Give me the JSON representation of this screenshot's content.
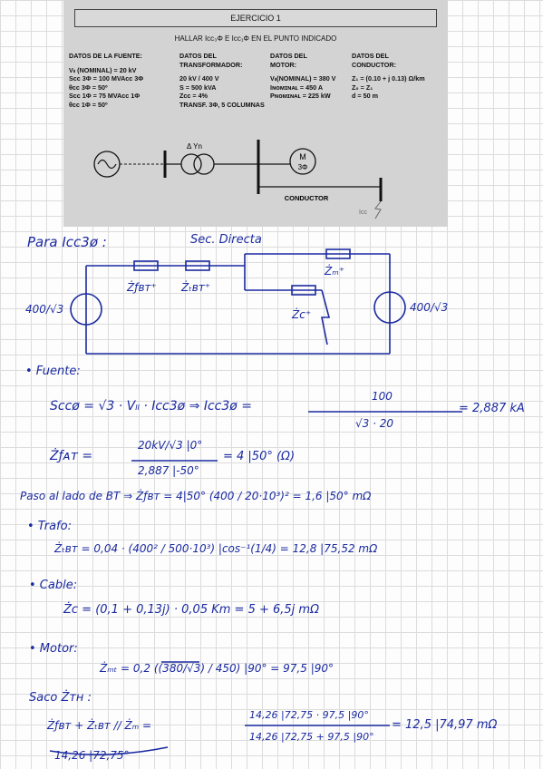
{
  "exercise": {
    "title": "EJERCICIO 1",
    "subtitle": "HALLAR Iᴄᴄ₃Φ E Iᴄᴄ₁Φ EN EL PUNTO INDICADO",
    "source": {
      "header": "DATOS DE LA FUENTE:",
      "lines": [
        "Vₗₗ (NOMINAL) = 20 kV",
        "Sᴄᴄ 3Φ = 100 MVAᴄᴄ 3Φ",
        "θᴄᴄ 3Φ = 50º",
        "Sᴄᴄ 1Φ = 75 MVAᴄᴄ 1Φ",
        "θᴄᴄ 1Φ = 50º"
      ]
    },
    "transformer": {
      "header1": "DATOS DEL",
      "header2": "TRANSFORMADOR:",
      "lines": [
        "20 kV / 400 V",
        "S = 500 kVA",
        "Zᴄᴄ = 4%",
        "TRANSF. 3Φ, 5 COLUMNAS"
      ]
    },
    "motor": {
      "header1": "DATOS DEL",
      "header2": "MOTOR:",
      "lines": [
        "Vₗₗ(NOMINAL) = 380 V",
        "Iɴᴏᴍɪɴᴀʟ = 450 A",
        "Pɴᴏᴍɪɴᴀʟ = 225 kW"
      ]
    },
    "conductor": {
      "header1": "DATOS DEL",
      "header2": "CONDUCTOR:",
      "lines": [
        "Z₁ = (0.10 + j 0.13) Ω/km",
        "Z₀ = Z₁",
        "d = 50 m"
      ]
    },
    "diagram": {
      "delta_yn": "Δ  Yn",
      "motor_m": "M",
      "motor_3phi": "3Φ",
      "conductor_label": "CONDUCTOR",
      "icc_label": "Iᴄᴄ"
    }
  },
  "notes": {
    "heading": "Para Icc3ø :",
    "sec_directa": "Sec. Directa",
    "lbl_zfbt": "Żƒʙᴛ⁺",
    "lbl_ztbt": "Żₜʙᴛ⁺",
    "lbl_zm": "Żₘ⁺",
    "lbl_zc": "Żᴄ⁺",
    "src_left": "400/√3",
    "src_right": "400/√3",
    "l_fuente": "• Fuente:",
    "l_eq1": "Sᴄᴄø = √3 · Vₗₗ · Icc3ø  ⇒  Icc3ø =",
    "l_eq1_num": "100",
    "l_eq1_den": "√3 · 20",
    "l_eq1_res": "= 2,887 kA",
    "l_zfat": "Żƒᴀᴛ =",
    "l_zfat_num": "20kV/√3 |0°",
    "l_zfat_den": "2,887 |-50°",
    "l_zfat_res": "= 4 |50° (Ω)",
    "l_paso": "Paso al lado de BT ⇒  Żƒʙᴛ = 4|50° (400 / 20·10³)² = 1,6 |50° mΩ",
    "l_trafo": "• Trafo:",
    "l_ztbt": "Żₜʙᴛ = 0,04 · (400² / 500·10³) |cos⁻¹(1/4) = 12,8 |75,52 mΩ",
    "l_cable": "• Cable:",
    "l_zc": "Żᴄ = (0,1 + 0,13j) · 0,05 Km  =  5 + 6,5j mΩ",
    "l_motor": "• Motor:",
    "l_zm": "Żₘₜ = 0,2 ((380/√3) / 450) |90° = 97,5 |90°",
    "l_saco": "Saco Żᴛʜ :",
    "l_par": "Żƒʙᴛ + Żₜʙᴛ // Żₘ  =",
    "l_par_num": "14,26 |72,75 · 97,5 |90°",
    "l_par_den": "14,26 |72,75 + 97,5 |90°",
    "l_par_res": "= 12,5 |74,97 mΩ",
    "l_sum": "14,26 |72,75°"
  }
}
